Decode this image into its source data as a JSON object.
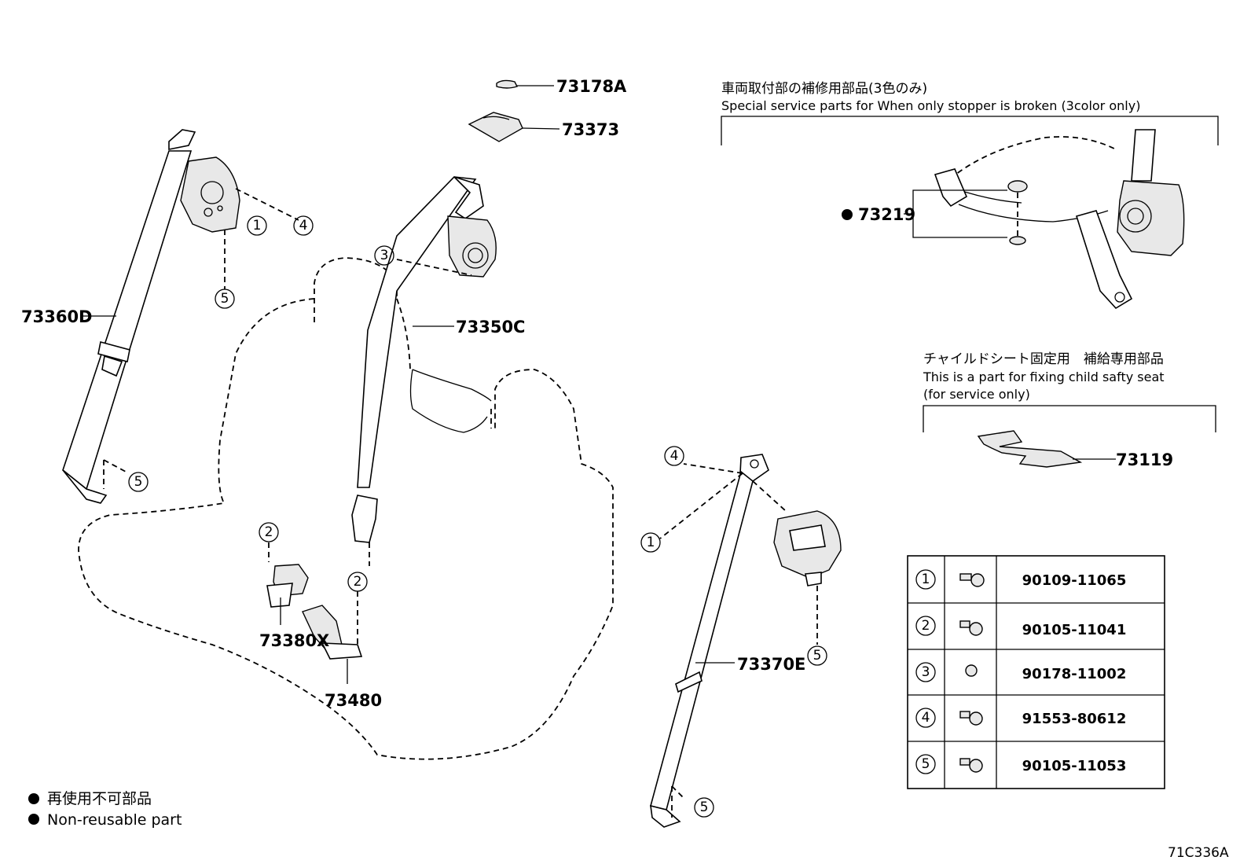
{
  "parts": {
    "p73178A": "73178A",
    "p73373": "73373",
    "p73360D": "73360D",
    "p73350C": "73350C",
    "p73380X": "73380X",
    "p73480": "73480",
    "p73370E": "73370E",
    "p73219": "73219",
    "p73119": "73119"
  },
  "callouts": {
    "c1": "1",
    "c2": "2",
    "c3": "3",
    "c4": "4",
    "c5": "5"
  },
  "stopper_note": {
    "jp": "車両取付部の補修用部品(3色のみ)",
    "en": "Special service parts for When only stopper is broken (3color only)"
  },
  "child_seat_note": {
    "jp": "チャイルドシート固定用　補給専用部品",
    "en1": "This is a part for fixing child safty seat",
    "en2": "(for service only)"
  },
  "bolt_table": [
    {
      "num": "1",
      "part": "90109-11065"
    },
    {
      "num": "2",
      "part": "90105-11041"
    },
    {
      "num": "3",
      "part": "90178-11002"
    },
    {
      "num": "4",
      "part": "91553-80612"
    },
    {
      "num": "5",
      "part": "90105-11053"
    }
  ],
  "legend": {
    "jp": "再使用不可部品",
    "en": "Non-reusable part"
  },
  "figure_id": "71C336A"
}
